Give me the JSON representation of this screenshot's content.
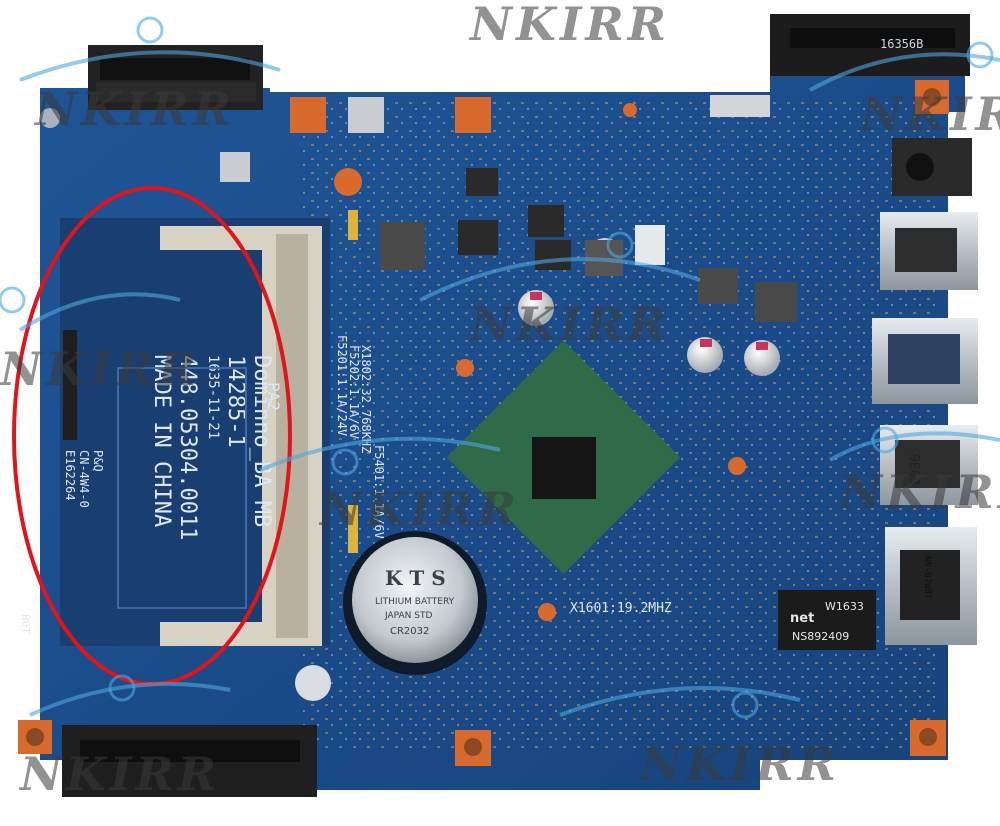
{
  "watermark": "NKIRR",
  "sticker": {
    "line1": "Dominno_BA MB",
    "line2": "14285-1",
    "line3": "1635-11-21",
    "line4": "448.05304.0011",
    "line5": "MADE IN CHINA"
  },
  "pcb_codes": {
    "cn": "CN-4W4-0",
    "pq": "P&Q",
    "ul": "E162264",
    "pa": "PA2",
    "hdd_right_label": "16356B",
    "usb_label": "9E63",
    "eth_label": "NN-07WBT"
  },
  "silkscreen": {
    "crystal_a": "X1802:32.768KHZ",
    "fuse_a": "F5202:1.1A/6V",
    "fuse_b": "F5201:1.1A/24V",
    "fuse_c": "F5401:1.1A/6V",
    "crystal_b": "X1601:19.2MHZ",
    "bot": "BOT"
  },
  "coin_battery": {
    "brand": "K T S",
    "line1": "LITHIUM BATTERY",
    "line2": "JAPAN STD",
    "model": "CR2032"
  },
  "lan_chip": {
    "date": "W1633",
    "brand": "net",
    "part": "NS892409"
  },
  "colors": {
    "pcb": "#1d4f8c",
    "pcb_dark": "#163f73",
    "annotation": "#e0141b",
    "chip": "#1a1a1a",
    "pad": "#d96a2e"
  }
}
